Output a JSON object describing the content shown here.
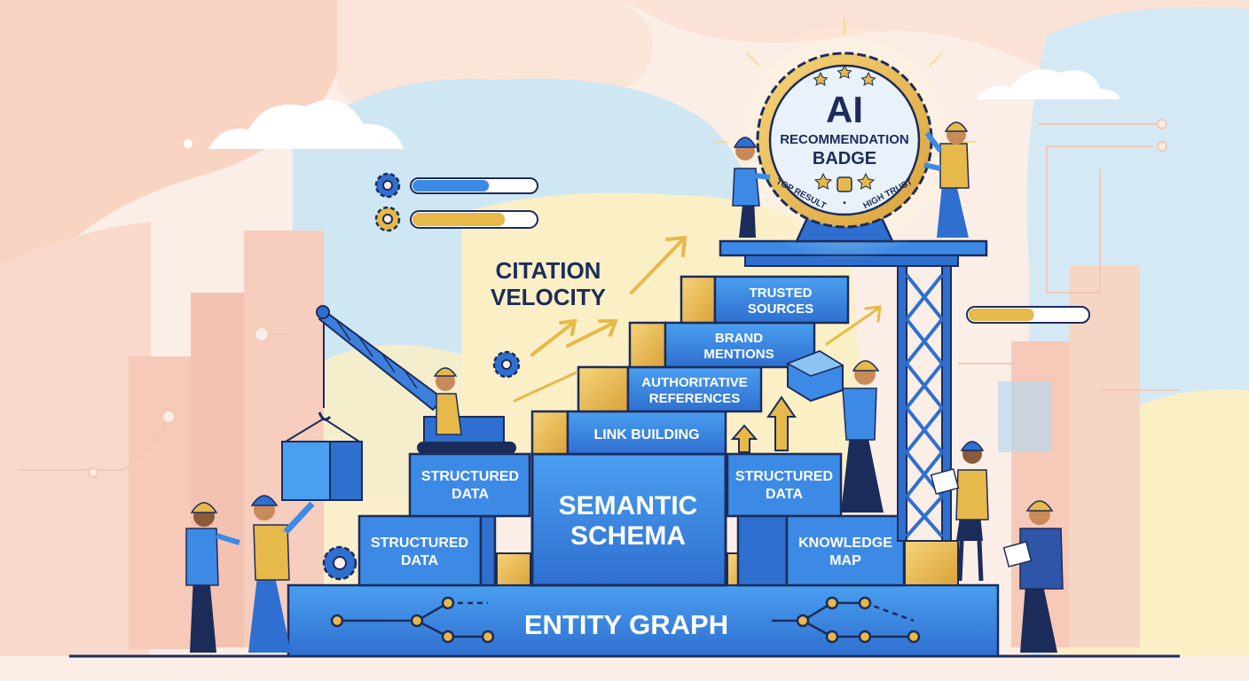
{
  "badge": {
    "line1": "AI",
    "line2": "RECOMMENDATION",
    "line3": "BADGE",
    "left_arc": "TOP RESULT",
    "sep": "•",
    "right_arc": "HIGH TRUST"
  },
  "callout": {
    "line1": "CITATION",
    "line2": "VELOCITY"
  },
  "blocks": {
    "trusted_1": "TRUSTED",
    "trusted_2": "SOURCES",
    "brand_1": "BRAND",
    "brand_2": "MENTIONS",
    "auth_1": "AUTHORITATIVE",
    "auth_2": "REFERENCES",
    "link": "LINK BUILDING",
    "struct_left_top_1": "STRUCTURED",
    "struct_left_top_2": "DATA",
    "struct_left_bottom_1": "STRUCTURED",
    "struct_left_bottom_2": "DATA",
    "semantic_1": "SEMANTIC",
    "semantic_2": "SCHEMA",
    "struct_right_1": "STRUCTURED",
    "struct_right_2": "DATA",
    "knowledge_1": "KNOWLEDGE",
    "knowledge_2": "MAP",
    "entity": "ENTITY GRAPH"
  },
  "progress": {
    "bar1_fraction": 0.62,
    "bar2_fraction": 0.75,
    "bar3_fraction": 0.55
  },
  "colors": {
    "block_blue": "#2f6fd0",
    "block_light": "#4a9ff0",
    "gold": "#e7b84a",
    "navy": "#1c2c5a",
    "bg_peach": "#fbdcd0",
    "bg_sky": "#cfe6f3",
    "bg_cream": "#fbefc6"
  }
}
